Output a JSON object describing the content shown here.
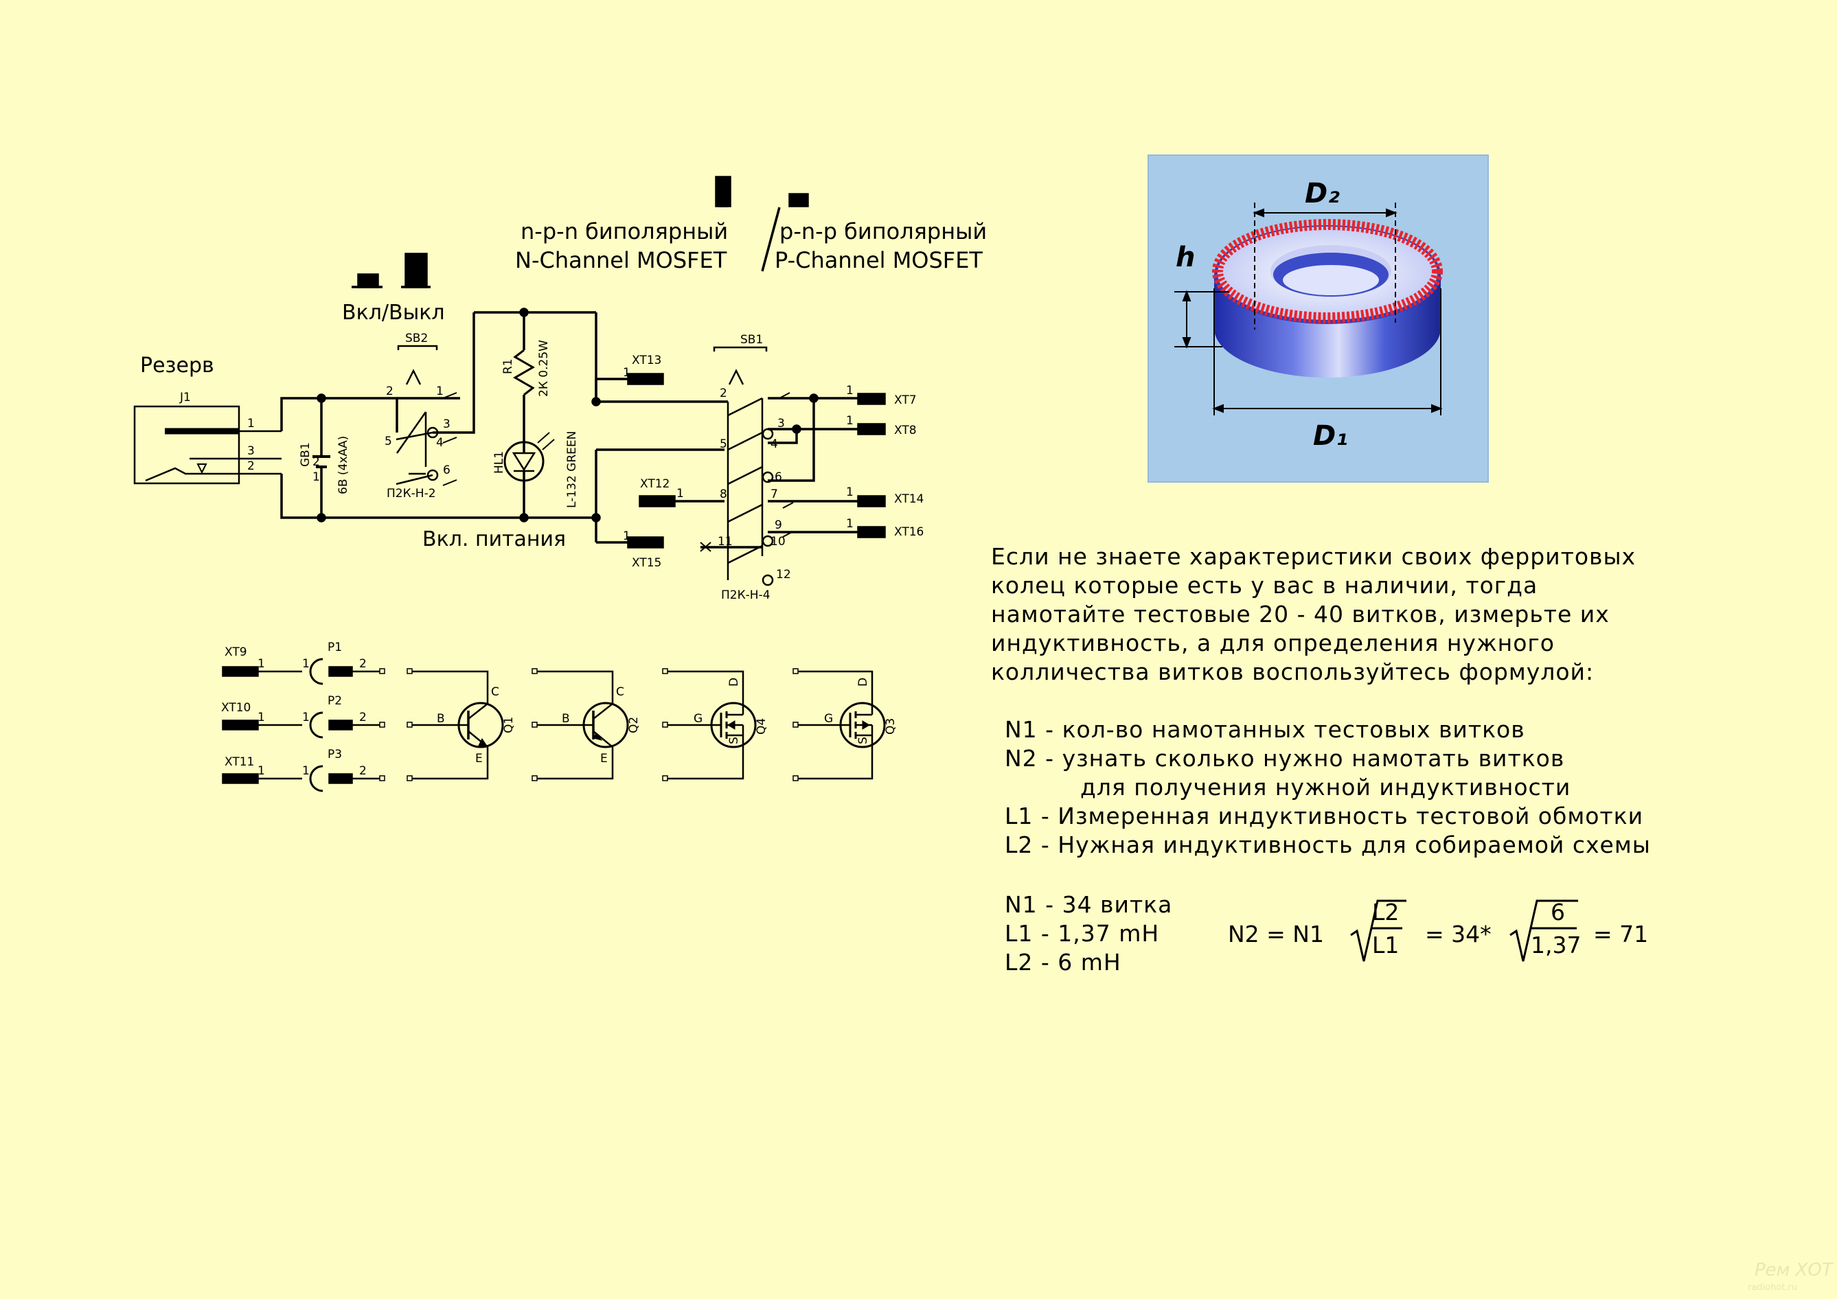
{
  "legend_top": {
    "line1_left": "n-p-n биполярный",
    "line1_right": "p-n-p биполярный",
    "line2_left": "N-Channel MOSFET",
    "line2_right": "P-Channel MOSFET"
  },
  "labels": {
    "on_off": "Вкл/Выкл",
    "reserve": "Резерв",
    "power_on": "Вкл. питания",
    "j1": "J1",
    "sb2": "SB2",
    "sb1": "SB1",
    "sw2_model": "П2К-Н-2",
    "sw1_model": "П2К-Н-4",
    "gb1": "GB1",
    "gb1_value": "6В (4хАА)",
    "r1": "R1",
    "r1_value": "2К 0.25W",
    "hl1": "HL1",
    "hl1_value": "L-132 GREEN",
    "xt7": "XT7",
    "xt8": "XT8",
    "xt9": "XT9",
    "xt10": "XT10",
    "xt11": "XT11",
    "xt12": "XT12",
    "xt13": "XT13",
    "xt14": "XT14",
    "xt15": "XT15",
    "xt16": "XT16",
    "p1": "P1",
    "p2": "P2",
    "p3": "P3",
    "q1": "Q1",
    "q2": "Q2",
    "q3": "Q3",
    "q4": "Q4",
    "pin_b": "B",
    "pin_c": "C",
    "pin_e": "E",
    "pin_g": "G",
    "pin_d": "D",
    "pin_s": "S",
    "n1": "1",
    "n2": "2",
    "n3": "3",
    "n4": "4",
    "n5": "5",
    "n6": "6",
    "n7": "7",
    "n8": "8",
    "n9": "9",
    "n10": "10",
    "n11": "11",
    "n12": "12"
  },
  "toroid": {
    "d2": "D₂",
    "d1": "D₁",
    "h": "h"
  },
  "info": {
    "lines": [
      "Если не знаете характеристики своих ферритовых",
      "колец которые есть у вас в наличии, тогда",
      "намотайте тестовые 20 - 40 витков, измерьте их",
      "индуктивность, а для определения нужного",
      "колличества витков воспользуйтесь формулой:"
    ],
    "legend": [
      "N1 - кол-во намотанных тестовых витков",
      "N2 - узнать сколько нужно намотать витков",
      "для получения нужной индуктивности",
      "L1 - Измеренная индуктивность тестовой обмотки",
      "L2 - Нужная индуктивность для собираемой схемы"
    ]
  },
  "given": {
    "n1": "N1 - 34 витка",
    "l1": "L1 - 1,37 mH",
    "l2": "L2 - 6 mH"
  },
  "formula": {
    "lhs": "N2 = N1",
    "num1": "L2",
    "den1": "L1",
    "mid": "= 34*",
    "num2": "6",
    "den2": "1,37",
    "result": "= 71"
  },
  "watermark": {
    "main": "Рем ХОТ",
    "sub": "radiohot.ru"
  },
  "colors": {
    "background": "#fefdc6",
    "toroid_panel": "#a8cbe9",
    "toroid_body": "#2b3dbf",
    "winding": "#e8242c"
  }
}
